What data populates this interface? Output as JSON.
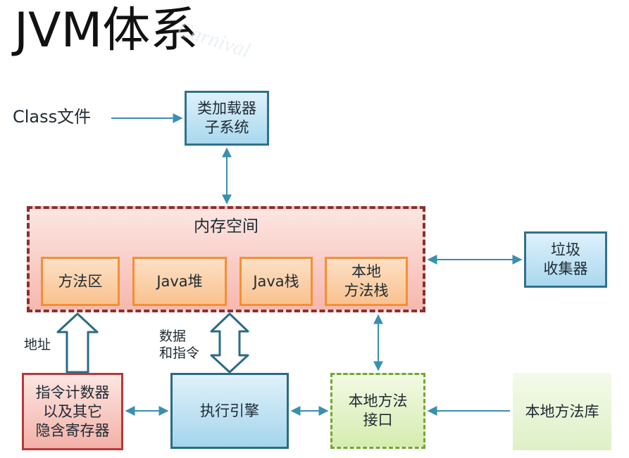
{
  "title": "JVM体系",
  "watermark": "Carnival",
  "nodes": {
    "class_file": "Class文件",
    "class_loader": "类加载器\n子系统",
    "memory_space": "内存空间",
    "method_area": "方法区",
    "java_heap": "Java堆",
    "java_stack": "Java栈",
    "native_method_stack": "本地\n方法栈",
    "garbage_collector": "垃圾\n收集器",
    "program_counter": "指令计数器\n以及其它\n隐含寄存器",
    "execution_engine": "执行引擎",
    "native_interface": "本地方法\n接口",
    "native_library": "本地方法库"
  },
  "edge_labels": {
    "address": "地址",
    "data_and_instructions": "数据\n和指令"
  },
  "colors": {
    "arrow": "#3a8fb0",
    "hollow_arrow": "#2a6b86",
    "memory_border": "#8b2f2f",
    "area_border": "#f39032",
    "counter_border": "#b43a3a",
    "interface_border": "#73a636"
  }
}
